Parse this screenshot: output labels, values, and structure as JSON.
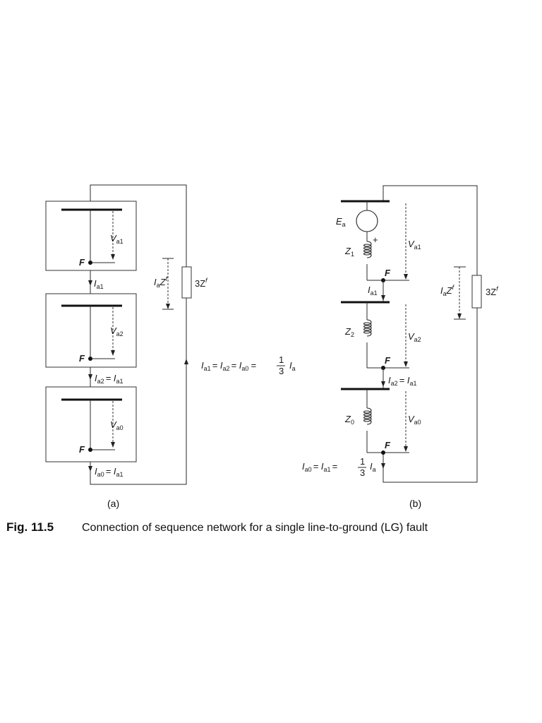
{
  "panel_a": {
    "label": "(a)",
    "networks": [
      {
        "voltage": "V",
        "voltage_sub": "a1",
        "fault_node": "F",
        "current": "I",
        "current_sub": "a1",
        "current_rhs": ""
      },
      {
        "voltage": "V",
        "voltage_sub": "a2",
        "fault_node": "F",
        "current": "I",
        "current_sub": "a2",
        "current_rhs": "= I",
        "current_rhs_sub": "a1"
      },
      {
        "voltage": "V",
        "voltage_sub": "a0",
        "fault_node": "F",
        "current": "I",
        "current_sub": "a0",
        "current_rhs": "= I",
        "current_rhs_sub": "a1"
      }
    ],
    "impedance": "3Z",
    "impedance_sup": "f",
    "drop": "I",
    "drop_sub": "a",
    "drop_z": "Z",
    "drop_z_sup": "f",
    "relation": {
      "p1": "I",
      "s1": "a1",
      "p2": "= I",
      "s2": "a2",
      "p3": "= I",
      "s3": "a0",
      "p4": "=",
      "frac_num": "1",
      "frac_den": "3",
      "p5": "I",
      "s5": "a"
    }
  },
  "panel_b": {
    "label": "(b)",
    "source": "E",
    "source_sub": "a",
    "plus": "+",
    "z1": "Z",
    "z1_sub": "1",
    "z2": "Z",
    "z2_sub": "2",
    "z0": "Z",
    "z0_sub": "0",
    "va1": "V",
    "va1_sub": "a1",
    "va2": "V",
    "va2_sub": "a2",
    "va0": "V",
    "va0_sub": "a0",
    "f1": "F",
    "f2": "F",
    "f3": "F",
    "ia1": "I",
    "ia1_sub": "a1",
    "ia2": "I",
    "ia2_sub": "a2",
    "ia2_rhs": "= I",
    "ia2_rhs_sub": "a1",
    "impedance": "3Z",
    "impedance_sup": "f",
    "drop": "I",
    "drop_sub": "a",
    "drop_z": "Z",
    "drop_z_sup": "f",
    "bottom": {
      "p1": "I",
      "s1": "a0",
      "p2": "= I",
      "s2": "a1",
      "p3": "=",
      "frac_num": "1",
      "frac_den": "3",
      "p4": "I",
      "s4": "a"
    }
  },
  "caption": {
    "number": "Fig. 11.5",
    "text": "Connection of sequence network for a single line-to-ground (LG) fault"
  }
}
